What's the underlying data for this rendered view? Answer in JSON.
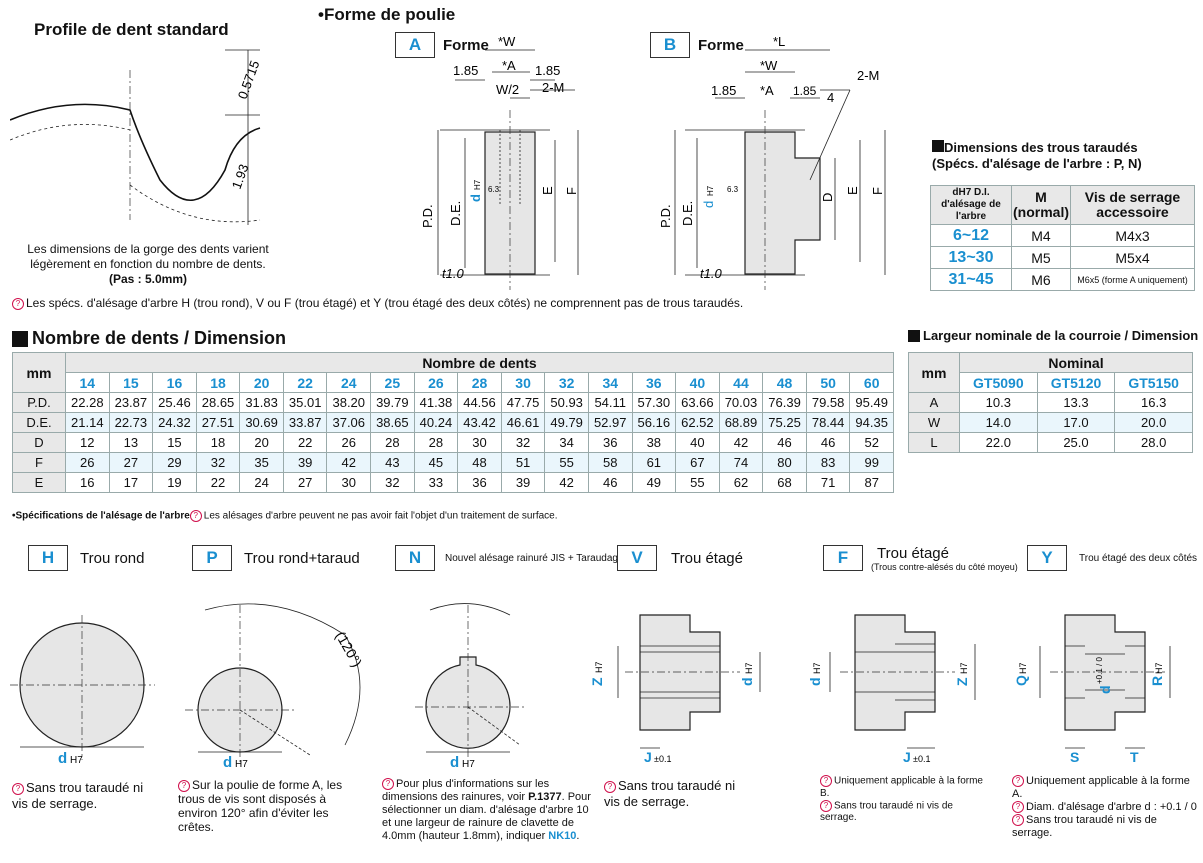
{
  "tooth_profile": {
    "title": "Profile de dent standard",
    "dim_a": "0.5715",
    "dim_b": "1.93",
    "caption": "Les dimensions de la gorge des dents varient légèrement en fonction du nombre de dents.",
    "pitch": "(Pas : 5.0mm)"
  },
  "pulley_shape": {
    "title": "•Forme de poulie",
    "form_word": "Forme",
    "form_a": {
      "badge": "A",
      "w": "*W",
      "a": "*A",
      "d185_left": "1.85",
      "d185_right": "1.85",
      "w2": "W/2",
      "tap": "2-M",
      "pd": "P.D.",
      "de": "D.E.",
      "d": "d",
      "h7": "H7",
      "e": "E",
      "f": "F",
      "r63": "6.3",
      "t": "t1.0"
    },
    "form_b": {
      "badge": "B",
      "l": "*L",
      "w": "*W",
      "a": "*A",
      "d185_left": "1.85",
      "d185_right": "1.85",
      "four": "4",
      "tap": "2-M",
      "pd": "P.D.",
      "de": "D.E.",
      "d": "d",
      "h7": "H7",
      "dd": "D",
      "e": "E",
      "f": "F",
      "r63": "6.3",
      "t": "t1.0"
    }
  },
  "tapped_holes": {
    "title": "Dimensions des trous taraudés",
    "subtitle": "(Spécs. d'alésage de l'arbre : P, N)",
    "headers": [
      "dH7 D.I. d'alésage de l'arbre",
      "M (normal)",
      "Vis de serrage accessoire"
    ],
    "rows": [
      {
        "range": "6~12",
        "m": "M4",
        "screw": "M4x3"
      },
      {
        "range": "13~30",
        "m": "M5",
        "screw": "M5x4"
      },
      {
        "range": "31~45",
        "m": "M6",
        "screw": "M6x5 (forme A uniquement)"
      }
    ]
  },
  "shaft_note": "Les spécs. d'alésage d'arbre H (trou rond), V ou F (trou étagé) et Y (trou étagé des deux côtés) ne comprennent pas de trous taraudés.",
  "teeth_table": {
    "title": "Nombre de dents / Dimension",
    "unit": "mm",
    "group_header": "Nombre de dents",
    "teeth": [
      "14",
      "15",
      "16",
      "18",
      "20",
      "22",
      "24",
      "25",
      "26",
      "28",
      "30",
      "32",
      "34",
      "36",
      "40",
      "44",
      "48",
      "50",
      "60"
    ],
    "rows": [
      {
        "label": "P.D.",
        "values": [
          "22.28",
          "23.87",
          "25.46",
          "28.65",
          "31.83",
          "35.01",
          "38.20",
          "39.79",
          "41.38",
          "44.56",
          "47.75",
          "50.93",
          "54.11",
          "57.30",
          "63.66",
          "70.03",
          "76.39",
          "79.58",
          "95.49"
        ]
      },
      {
        "label": "D.E.",
        "values": [
          "21.14",
          "22.73",
          "24.32",
          "27.51",
          "30.69",
          "33.87",
          "37.06",
          "38.65",
          "40.24",
          "43.42",
          "46.61",
          "49.79",
          "52.97",
          "56.16",
          "62.52",
          "68.89",
          "75.25",
          "78.44",
          "94.35"
        ]
      },
      {
        "label": "D",
        "values": [
          "12",
          "13",
          "15",
          "18",
          "20",
          "22",
          "26",
          "28",
          "28",
          "30",
          "32",
          "34",
          "36",
          "38",
          "40",
          "42",
          "46",
          "46",
          "52"
        ]
      },
      {
        "label": "F",
        "values": [
          "26",
          "27",
          "29",
          "32",
          "35",
          "39",
          "42",
          "43",
          "45",
          "48",
          "51",
          "55",
          "58",
          "61",
          "67",
          "74",
          "80",
          "83",
          "99"
        ]
      },
      {
        "label": "E",
        "values": [
          "16",
          "17",
          "19",
          "22",
          "24",
          "27",
          "30",
          "32",
          "33",
          "36",
          "39",
          "42",
          "46",
          "49",
          "55",
          "62",
          "68",
          "71",
          "87"
        ]
      }
    ]
  },
  "belt_table": {
    "title": "Largeur nominale de la courroie / Dimension",
    "unit": "mm",
    "group_header": "Nominal",
    "cols": [
      "GT5090",
      "GT5120",
      "GT5150"
    ],
    "rows": [
      {
        "label": "A",
        "values": [
          "10.3",
          "13.3",
          "16.3"
        ]
      },
      {
        "label": "W",
        "values": [
          "14.0",
          "17.0",
          "20.0"
        ]
      },
      {
        "label": "L",
        "values": [
          "22.0",
          "25.0",
          "28.0"
        ]
      }
    ]
  },
  "bore_specs": {
    "title": "•Spécifications de l'alésage de l'arbre",
    "note": "Les alésages d'arbre peuvent ne pas avoir fait l'objet d'un traitement de surface.",
    "types": [
      {
        "code": "H",
        "name": "Trou rond",
        "dim": "d",
        "sub": "H7",
        "note": "Sans trou taraudé ni vis de serrage."
      },
      {
        "code": "P",
        "name": "Trou rond+taraud",
        "dim": "d",
        "sub": "H7",
        "angle": "(120°)",
        "note": "Sur la poulie de forme A, les trous de vis sont disposés à environ 120° afin d'éviter les crêtes."
      },
      {
        "code": "N",
        "name": "Nouvel alésage rainuré JIS + Taraudage",
        "dim": "d",
        "sub": "H7",
        "note_pre": "Pour plus d'informations sur les dimensions des rainures, voir ",
        "note_ref": "P.1377",
        "note_post": ". Pour sélectionner un diam. d'alésage d'arbre 10 et une largeur de rainure de clavette de 4.0mm (hauteur 1.8mm), indiquer ",
        "note_code": "NK10",
        "note_end": "."
      },
      {
        "code": "V",
        "name": "Trou étagé",
        "z": "Z",
        "d": "d",
        "h7": "H7",
        "j": "J",
        "tol": "±0.1",
        "note": "Sans trou taraudé ni vis de serrage."
      },
      {
        "code": "F",
        "name": "Trou étagé",
        "subname": "(Trous contre-alésés du côté moyeu)",
        "z": "Z",
        "d": "d",
        "h7": "H7",
        "j": "J",
        "tol": "±0.1",
        "note1": "Uniquement applicable à la forme B.",
        "note2": "Sans trou taraudé ni vis de serrage."
      },
      {
        "code": "Y",
        "name": "Trou étagé des deux côtés",
        "q": "Q",
        "d": "d",
        "dtol": "+0.1 / 0",
        "r": "R",
        "h7": "H7",
        "s": "S",
        "t": "T",
        "note1": "Uniquement applicable à la forme A.",
        "note2": "Diam. d'alésage d'arbre d : +0.1 / 0",
        "note3": "Sans trou taraudé ni vis de serrage."
      }
    ]
  }
}
